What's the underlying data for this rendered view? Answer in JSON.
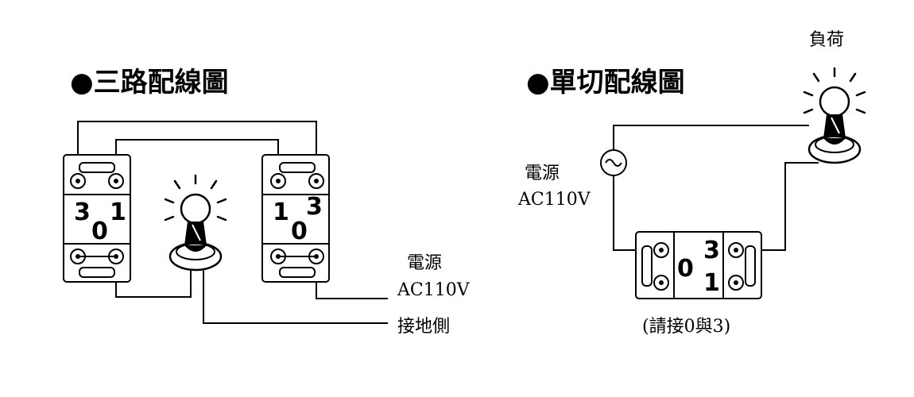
{
  "three_way": {
    "title": "●三路配線圖",
    "left_switch": {
      "label_a": "3",
      "label_b": "1",
      "label_c": "0"
    },
    "right_switch": {
      "label_a": "1",
      "label_b": "3",
      "label_c": "0"
    },
    "power_label_line1": "電源",
    "power_label_line2": "AC110V",
    "ground_label": "接地側"
  },
  "single_pole": {
    "title": "●單切配線圖",
    "load_label": "負荷",
    "power_label_line1": "電源",
    "power_label_line2": "AC110V",
    "switch": {
      "label_a": "0",
      "label_b": "3",
      "label_c": "1"
    },
    "note": "(請接0與3)"
  }
}
